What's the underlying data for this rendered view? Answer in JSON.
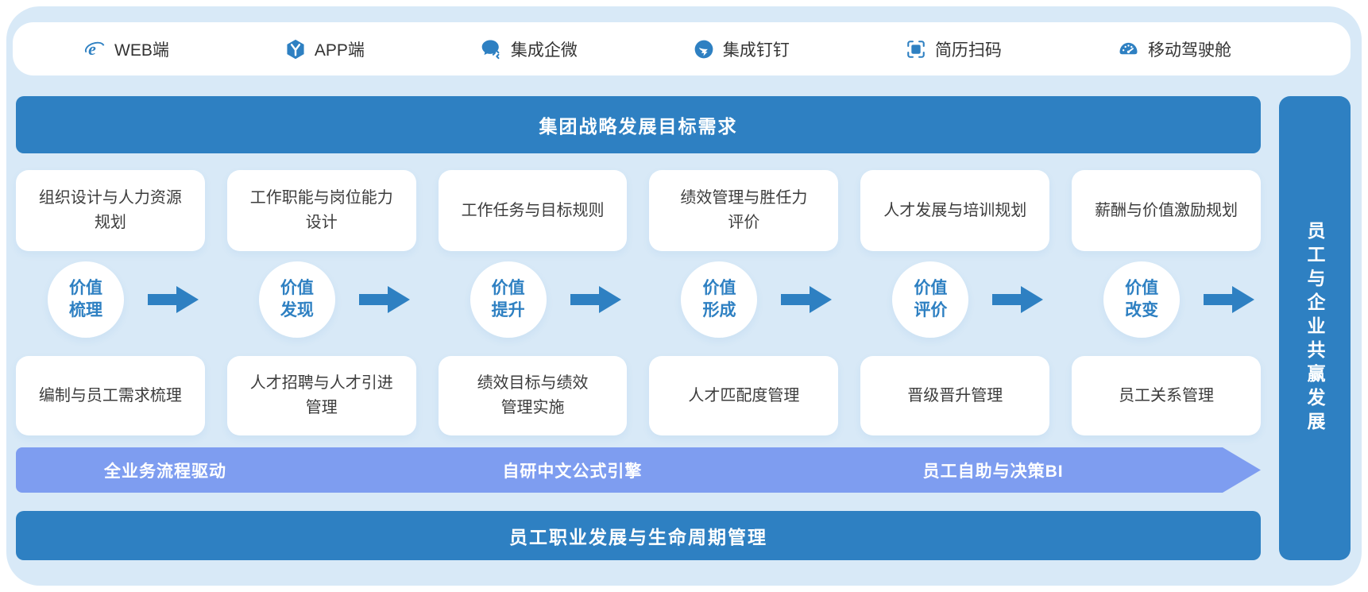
{
  "colors": {
    "blue": "#2e80c2",
    "light": "#d8e9f7",
    "peri": "#7e9df0",
    "text": "#3c3c3c"
  },
  "top_bar": {
    "items": [
      {
        "icon": "web-icon",
        "label": "WEB端"
      },
      {
        "icon": "app-icon",
        "label": "APP端"
      },
      {
        "icon": "wecom-icon",
        "label": "集成企微"
      },
      {
        "icon": "dingtalk-icon",
        "label": "集成钉钉"
      },
      {
        "icon": "resume-scan-icon",
        "label": "简历扫码"
      },
      {
        "icon": "dashboard-icon",
        "label": "移动驾驶舱"
      }
    ]
  },
  "strategy_banner": {
    "label": "集团战略发展目标需求"
  },
  "top_cards": [
    "组织设计与人力资源\n规划",
    "工作职能与岗位能力\n设计",
    "工作任务与目标规则",
    "绩效管理与胜任力\n评价",
    "人才发展与培训规划",
    "薪酬与价值激励规划"
  ],
  "value_steps": [
    {
      "line1": "价值",
      "line2": "梳理"
    },
    {
      "line1": "价值",
      "line2": "发现"
    },
    {
      "line1": "价值",
      "line2": "提升"
    },
    {
      "line1": "价值",
      "line2": "形成"
    },
    {
      "line1": "价值",
      "line2": "评价"
    },
    {
      "line1": "价值",
      "line2": "改变"
    }
  ],
  "bottom_cards": [
    "编制与员工需求梳理",
    "人才招聘与人才引进\n管理",
    "绩效目标与绩效\n管理实施",
    "人才匹配度管理",
    "晋级晋升管理",
    "员工关系管理"
  ],
  "engine_banner": {
    "labels": [
      "全业务流程驱动",
      "自研中文公式引擎",
      "员工自助与决策BI"
    ]
  },
  "lifecycle_banner": {
    "label": "员工职业发展与生命周期管理"
  },
  "side_bar": {
    "label": "员工与企业共赢发展"
  }
}
